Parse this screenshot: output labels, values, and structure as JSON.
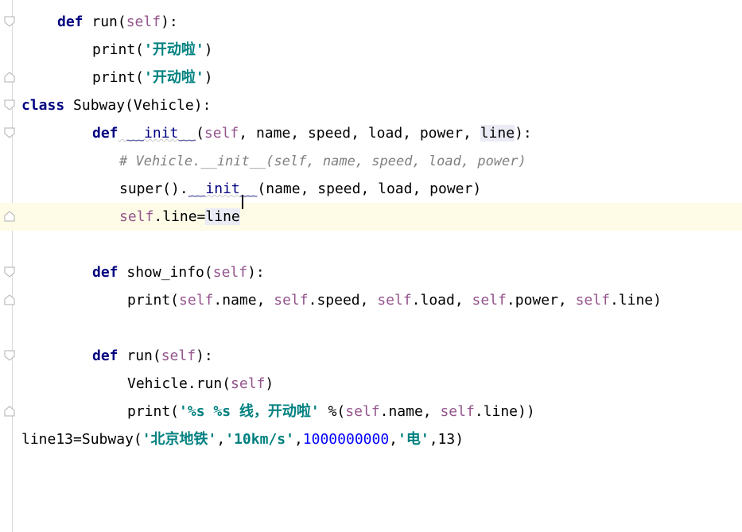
{
  "editor": {
    "lines": [
      {
        "id": "l1",
        "segments": [
          {
            "t": "def",
            "c": "kw"
          },
          {
            "t": " run(",
            "c": ""
          },
          {
            "t": "self",
            "c": "self"
          },
          {
            "t": "):",
            "c": ""
          }
        ]
      },
      {
        "id": "l2",
        "segments": [
          {
            "t": "print(",
            "c": ""
          },
          {
            "t": "'开动啦'",
            "c": "str"
          },
          {
            "t": ")",
            "c": ""
          }
        ]
      },
      {
        "id": "l3",
        "segments": [
          {
            "t": "print(",
            "c": ""
          },
          {
            "t": "'开动啦'",
            "c": "str"
          },
          {
            "t": ")",
            "c": ""
          }
        ]
      },
      {
        "id": "l4",
        "segments": [
          {
            "t": "class",
            "c": "kw"
          },
          {
            "t": " Subway(Vehicle):",
            "c": ""
          }
        ]
      },
      {
        "id": "l5",
        "segments": [
          {
            "t": "def",
            "c": "kw"
          },
          {
            "t": " __init__",
            "c": "kw-fn"
          },
          {
            "t": "(",
            "c": ""
          },
          {
            "t": "self",
            "c": "self"
          },
          {
            "t": ", name, speed, load, power, ",
            "c": ""
          },
          {
            "t": "line",
            "c": "hl"
          },
          {
            "t": "):",
            "c": ""
          }
        ]
      },
      {
        "id": "l6",
        "segments": [
          {
            "t": "# Vehicle.__init__(self, name, speed, load, power)",
            "c": "cmt"
          }
        ]
      },
      {
        "id": "l7",
        "segments": [
          {
            "t": "super().",
            "c": ""
          },
          {
            "t": "__init__",
            "c": "kw-fn"
          },
          {
            "t": "(name, speed, load, power)",
            "c": ""
          }
        ]
      },
      {
        "id": "l8",
        "segments": [
          {
            "t": "self",
            "c": "self"
          },
          {
            "t": ".line=",
            "c": ""
          },
          {
            "t": "line",
            "c": "hl"
          }
        ]
      },
      {
        "id": "l9",
        "segments": [
          {
            "t": "def",
            "c": "kw"
          },
          {
            "t": " show_info(",
            "c": ""
          },
          {
            "t": "self",
            "c": "self"
          },
          {
            "t": "):",
            "c": ""
          }
        ]
      },
      {
        "id": "l10",
        "segments": [
          {
            "t": "print(",
            "c": ""
          },
          {
            "t": "self",
            "c": "self"
          },
          {
            "t": ".name, ",
            "c": ""
          },
          {
            "t": "self",
            "c": "self"
          },
          {
            "t": ".speed, ",
            "c": ""
          },
          {
            "t": "self",
            "c": "self"
          },
          {
            "t": ".load, ",
            "c": ""
          },
          {
            "t": "self",
            "c": "self"
          },
          {
            "t": ".power, ",
            "c": ""
          },
          {
            "t": "self",
            "c": "self"
          },
          {
            "t": ".line)",
            "c": ""
          }
        ]
      },
      {
        "id": "l11",
        "segments": [
          {
            "t": "def",
            "c": "kw"
          },
          {
            "t": " run(",
            "c": ""
          },
          {
            "t": "self",
            "c": "self"
          },
          {
            "t": "):",
            "c": ""
          }
        ]
      },
      {
        "id": "l12",
        "segments": [
          {
            "t": "Vehicle.run(",
            "c": ""
          },
          {
            "t": "self",
            "c": "self"
          },
          {
            "t": ")",
            "c": ""
          }
        ]
      },
      {
        "id": "l13",
        "segments": [
          {
            "t": "print(",
            "c": ""
          },
          {
            "t": "'%s %s 线，开动啦'",
            "c": "str"
          },
          {
            "t": " %(",
            "c": ""
          },
          {
            "t": "self",
            "c": "self"
          },
          {
            "t": ".name, ",
            "c": ""
          },
          {
            "t": "self",
            "c": "self"
          },
          {
            "t": ".line))",
            "c": ""
          }
        ]
      },
      {
        "id": "l14",
        "segments": [
          {
            "t": "line13=Subway(",
            "c": ""
          },
          {
            "t": "'北京地铁'",
            "c": "str"
          },
          {
            "t": ",",
            "c": ""
          },
          {
            "t": "'10km/s'",
            "c": "str"
          },
          {
            "t": ",",
            "c": ""
          },
          {
            "t": "1000000000",
            "c": "num"
          },
          {
            "t": ",",
            "c": ""
          },
          {
            "t": "'电'",
            "c": "str"
          },
          {
            "t": ",13)",
            "c": ""
          }
        ]
      }
    ]
  }
}
